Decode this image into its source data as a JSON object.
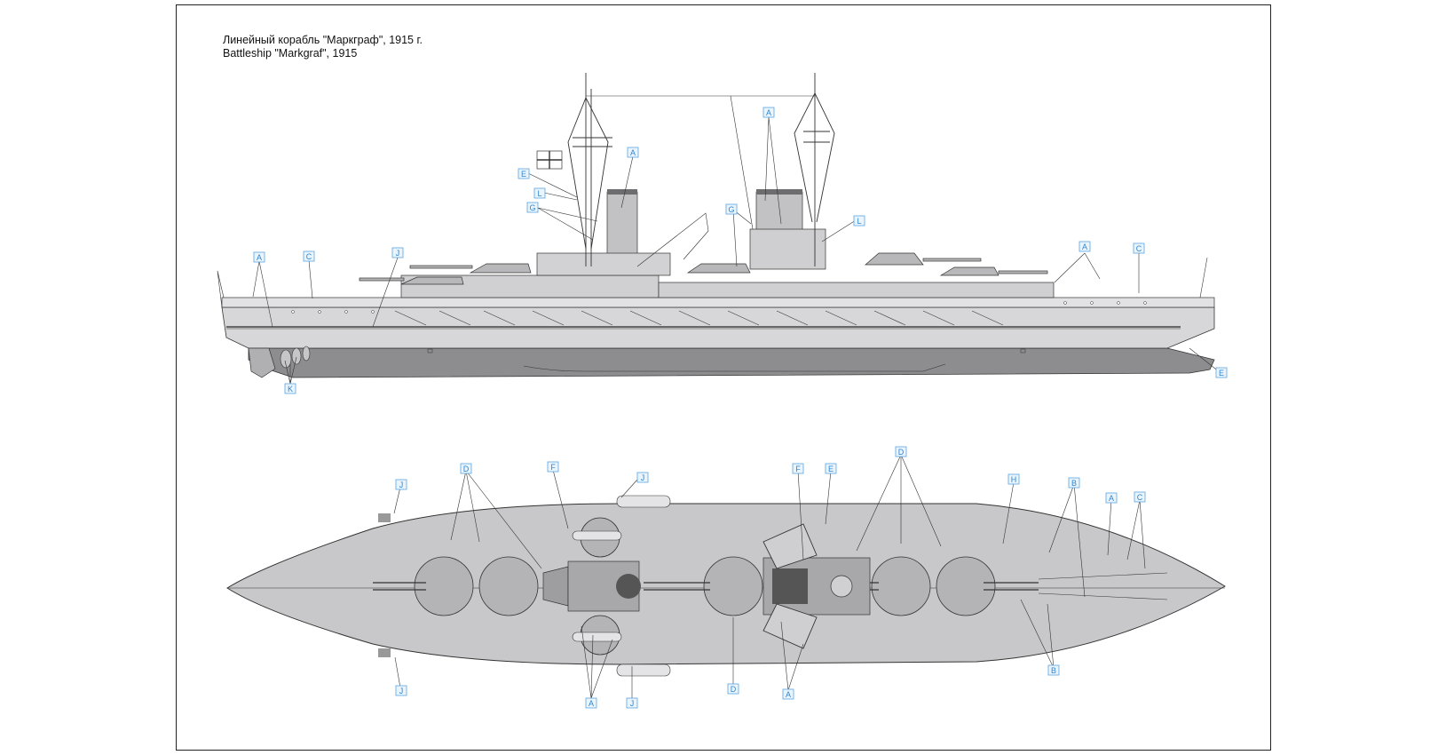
{
  "title": {
    "ru": "Линейный корабль  \"Маркграф\", 1915 г.",
    "en": "Battleship \"Markgraf\", 1915"
  },
  "colors": {
    "hull_lower": "#8d8d8f",
    "hull_upper": "#d7d7d9",
    "deck": "#c8c8ca",
    "turret": "#b3b3b5",
    "line": "#333333",
    "callout_border": "#5aa6df",
    "callout_text": "#2f86cf",
    "callout_fill": "#eaf4fd"
  },
  "side_view": {
    "callouts": [
      {
        "id": "side-a-aft",
        "letter": "A"
      },
      {
        "id": "side-c-aft",
        "letter": "C"
      },
      {
        "id": "side-j",
        "letter": "J"
      },
      {
        "id": "side-k",
        "letter": "K"
      },
      {
        "id": "side-e-flag",
        "letter": "E"
      },
      {
        "id": "side-l-fore",
        "letter": "L"
      },
      {
        "id": "side-g-aft",
        "letter": "G"
      },
      {
        "id": "side-a-funnel",
        "letter": "A"
      },
      {
        "id": "side-a-foremast",
        "letter": "A"
      },
      {
        "id": "side-g-fore",
        "letter": "G"
      },
      {
        "id": "side-l-bridge",
        "letter": "L"
      },
      {
        "id": "side-a-bow",
        "letter": "A"
      },
      {
        "id": "side-c-bow",
        "letter": "C"
      },
      {
        "id": "side-e-bow",
        "letter": "E"
      }
    ]
  },
  "plan_view": {
    "callouts": [
      {
        "id": "plan-j-top",
        "letter": "J"
      },
      {
        "id": "plan-d-aft",
        "letter": "D"
      },
      {
        "id": "plan-f-aft",
        "letter": "F"
      },
      {
        "id": "plan-j-boat",
        "letter": "J"
      },
      {
        "id": "plan-f-mid",
        "letter": "F"
      },
      {
        "id": "plan-e",
        "letter": "E"
      },
      {
        "id": "plan-d-fore",
        "letter": "D"
      },
      {
        "id": "plan-h",
        "letter": "H"
      },
      {
        "id": "plan-b-top",
        "letter": "B"
      },
      {
        "id": "plan-a-top",
        "letter": "A"
      },
      {
        "id": "plan-c",
        "letter": "C"
      },
      {
        "id": "plan-j-bottom",
        "letter": "J"
      },
      {
        "id": "plan-a-bottom",
        "letter": "A"
      },
      {
        "id": "plan-j-bottom-boat",
        "letter": "J"
      },
      {
        "id": "plan-d-bottom",
        "letter": "D"
      },
      {
        "id": "plan-a-mid-bottom",
        "letter": "A"
      },
      {
        "id": "plan-b-bottom",
        "letter": "B"
      }
    ]
  }
}
